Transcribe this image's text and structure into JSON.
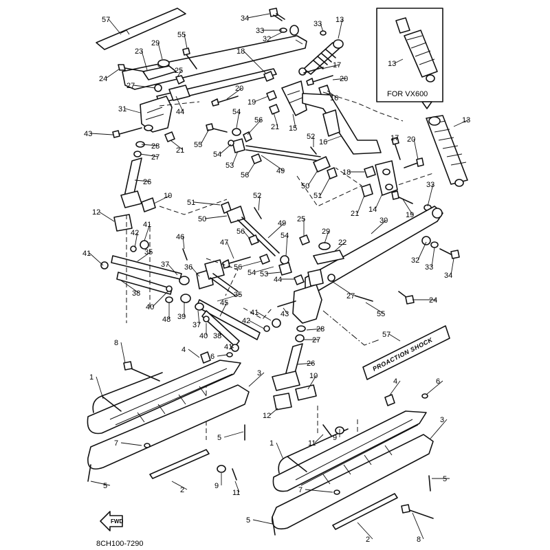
{
  "inset": {
    "caption": "FOR VX600"
  },
  "drawing_code": "8CH100-7290",
  "fwd_label": "FWD",
  "decal_text": "PROACTION SHOCK",
  "callouts": [
    {
      "n": "57"
    },
    {
      "n": "34"
    },
    {
      "n": "33"
    },
    {
      "n": "32"
    },
    {
      "n": "33"
    },
    {
      "n": "13"
    },
    {
      "n": "55"
    },
    {
      "n": "29"
    },
    {
      "n": "23"
    },
    {
      "n": "25"
    },
    {
      "n": "24"
    },
    {
      "n": "18"
    },
    {
      "n": "17"
    },
    {
      "n": "27"
    },
    {
      "n": "20"
    },
    {
      "n": "20"
    },
    {
      "n": "44"
    },
    {
      "n": "19"
    },
    {
      "n": "16"
    },
    {
      "n": "31"
    },
    {
      "n": "21"
    },
    {
      "n": "15"
    },
    {
      "n": "54"
    },
    {
      "n": "56"
    },
    {
      "n": "43"
    },
    {
      "n": "28"
    },
    {
      "n": "55"
    },
    {
      "n": "21"
    },
    {
      "n": "27"
    },
    {
      "n": "54"
    },
    {
      "n": "52"
    },
    {
      "n": "53"
    },
    {
      "n": "49"
    },
    {
      "n": "56"
    },
    {
      "n": "26"
    },
    {
      "n": "50"
    },
    {
      "n": "51"
    },
    {
      "n": "10"
    },
    {
      "n": "16"
    },
    {
      "n": "17"
    },
    {
      "n": "20"
    },
    {
      "n": "18"
    },
    {
      "n": "13"
    },
    {
      "n": "13"
    },
    {
      "n": "33"
    },
    {
      "n": "21"
    },
    {
      "n": "14"
    },
    {
      "n": "19"
    },
    {
      "n": "51"
    },
    {
      "n": "52"
    },
    {
      "n": "50"
    },
    {
      "n": "12"
    },
    {
      "n": "42"
    },
    {
      "n": "41"
    },
    {
      "n": "35"
    },
    {
      "n": "41"
    },
    {
      "n": "49"
    },
    {
      "n": "25"
    },
    {
      "n": "29"
    },
    {
      "n": "30"
    },
    {
      "n": "56"
    },
    {
      "n": "54"
    },
    {
      "n": "22"
    },
    {
      "n": "46"
    },
    {
      "n": "47"
    },
    {
      "n": "37"
    },
    {
      "n": "36"
    },
    {
      "n": "56"
    },
    {
      "n": "54"
    },
    {
      "n": "53"
    },
    {
      "n": "44"
    },
    {
      "n": "32"
    },
    {
      "n": "33"
    },
    {
      "n": "34"
    },
    {
      "n": "38"
    },
    {
      "n": "40"
    },
    {
      "n": "48"
    },
    {
      "n": "39"
    },
    {
      "n": "37"
    },
    {
      "n": "35"
    },
    {
      "n": "45"
    },
    {
      "n": "41"
    },
    {
      "n": "42"
    },
    {
      "n": "43"
    },
    {
      "n": "27"
    },
    {
      "n": "24"
    },
    {
      "n": "55"
    },
    {
      "n": "40"
    },
    {
      "n": "38"
    },
    {
      "n": "28"
    },
    {
      "n": "27"
    },
    {
      "n": "57"
    },
    {
      "n": "8"
    },
    {
      "n": "4"
    },
    {
      "n": "6"
    },
    {
      "n": "41"
    },
    {
      "n": "26"
    },
    {
      "n": "1"
    },
    {
      "n": "3"
    },
    {
      "n": "10"
    },
    {
      "n": "4"
    },
    {
      "n": "6"
    },
    {
      "n": "12"
    },
    {
      "n": "3"
    },
    {
      "n": "7"
    },
    {
      "n": "5"
    },
    {
      "n": "11"
    },
    {
      "n": "9"
    },
    {
      "n": "1"
    },
    {
      "n": "5"
    },
    {
      "n": "9"
    },
    {
      "n": "11"
    },
    {
      "n": "2"
    },
    {
      "n": "7"
    },
    {
      "n": "5"
    },
    {
      "n": "5"
    },
    {
      "n": "2"
    },
    {
      "n": "8"
    }
  ]
}
